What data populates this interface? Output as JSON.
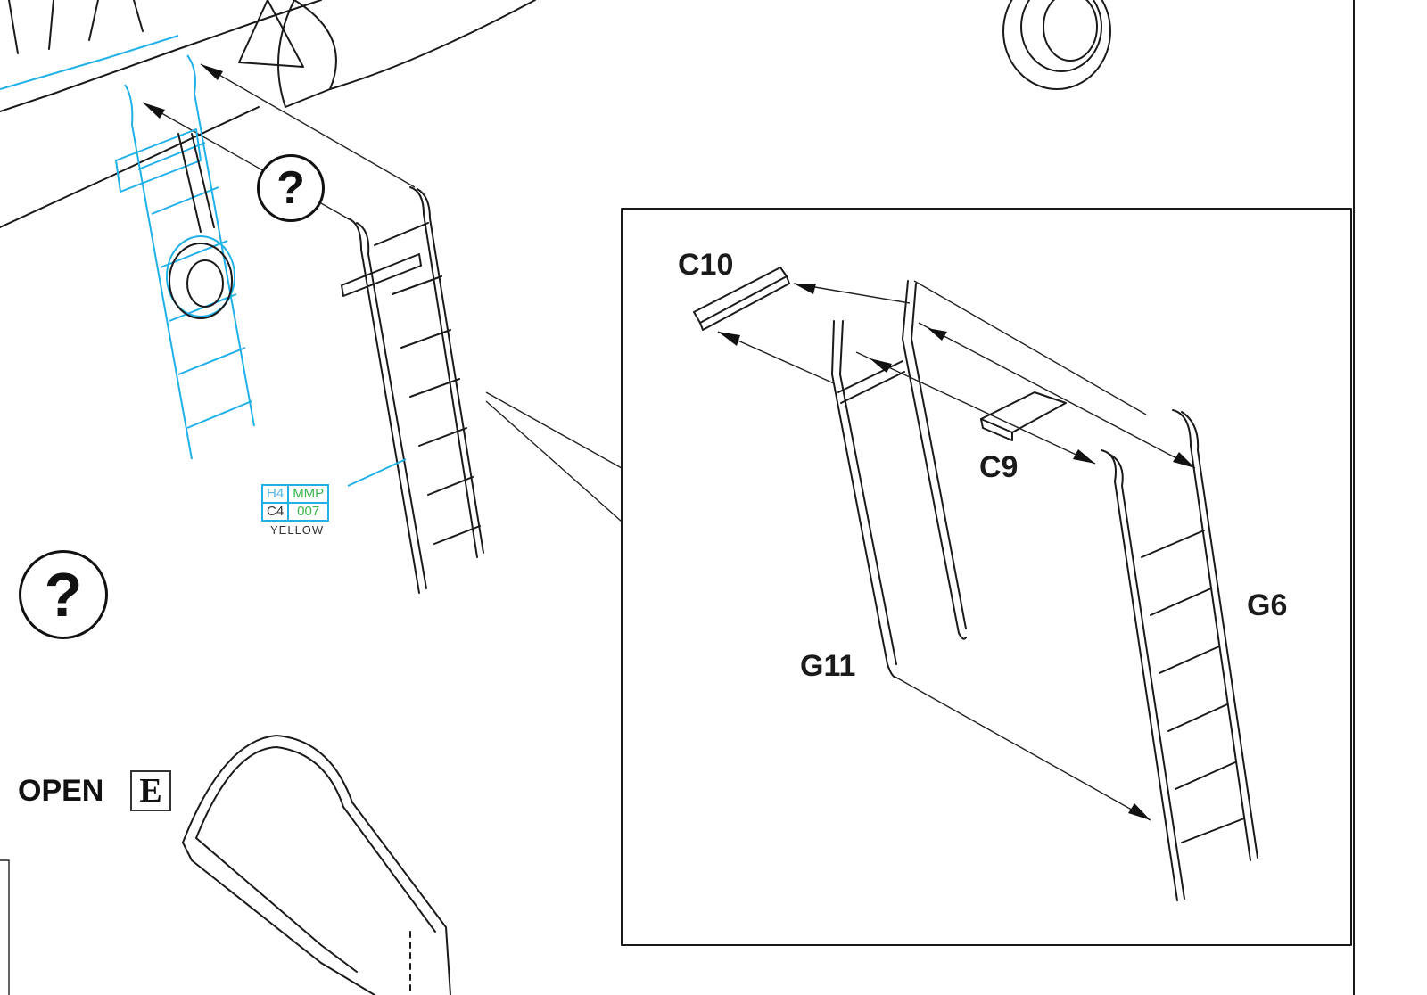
{
  "labels": {
    "c10": "C10",
    "c9": "C9",
    "g6": "G6",
    "g11": "G11"
  },
  "question_marks": [
    "?",
    "?"
  ],
  "color_callout": {
    "top_left": "H4",
    "top_right": "MMP",
    "bottom_left": "C4",
    "bottom_right": "007",
    "color_name": "YELLOW"
  },
  "open_note": {
    "text": "OPEN",
    "part_letter": "E"
  },
  "colors": {
    "line": "#1a1a1a",
    "blue": "#1fb0e8",
    "green": "#3cb44b"
  }
}
